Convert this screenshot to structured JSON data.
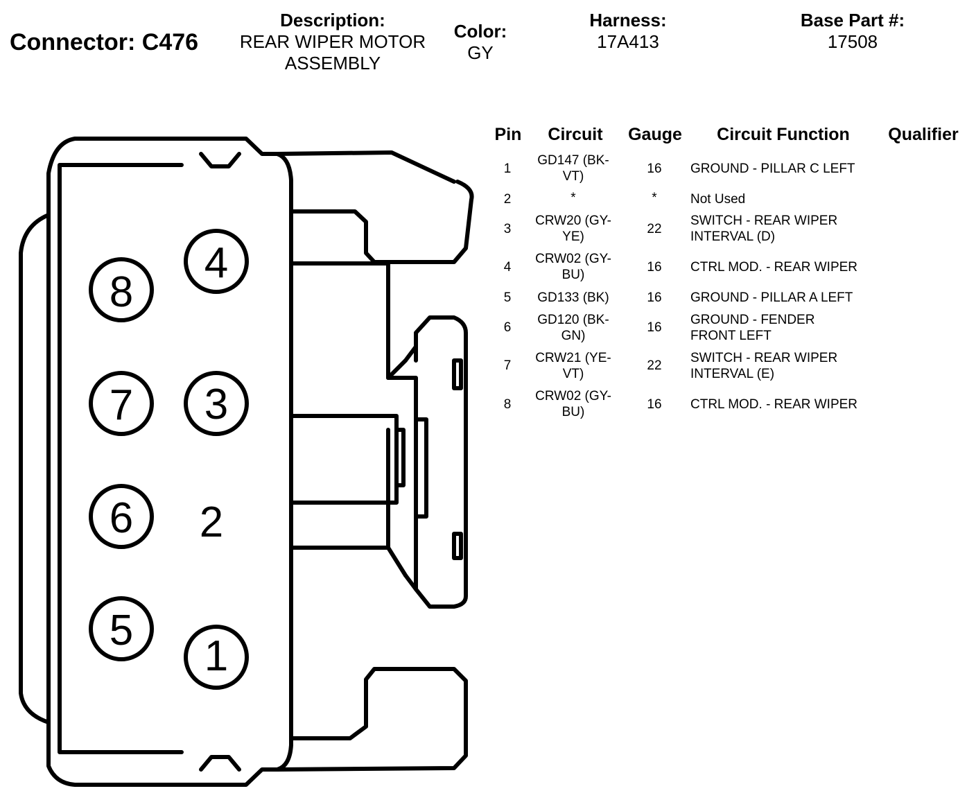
{
  "header": {
    "connector_title": "Connector: C476",
    "description_label": "Description:",
    "description_value": "REAR WIPER MOTOR ASSEMBLY",
    "color_label": "Color:",
    "color_value": "GY",
    "harness_label": "Harness:",
    "harness_value": "17A413",
    "base_part_label": "Base Part #:",
    "base_part_value": "17508"
  },
  "table": {
    "columns": [
      "Pin",
      "Circuit",
      "Gauge",
      "Circuit Function",
      "Qualifier"
    ],
    "rows": [
      {
        "pin": "1",
        "circuit": "GD147 (BK-VT)",
        "gauge": "16",
        "function": "GROUND - PILLAR C LEFT",
        "qualifier": ""
      },
      {
        "pin": "2",
        "circuit": "*",
        "gauge": "*",
        "function": "Not Used",
        "qualifier": ""
      },
      {
        "pin": "3",
        "circuit": "CRW20 (GY-YE)",
        "gauge": "22",
        "function": "SWITCH - REAR WIPER INTERVAL (D)",
        "qualifier": ""
      },
      {
        "pin": "4",
        "circuit": "CRW02 (GY-BU)",
        "gauge": "16",
        "function": "CTRL MOD. - REAR WIPER",
        "qualifier": ""
      },
      {
        "pin": "5",
        "circuit": "GD133 (BK)",
        "gauge": "16",
        "function": "GROUND - PILLAR A LEFT",
        "qualifier": ""
      },
      {
        "pin": "6",
        "circuit": "GD120 (BK-GN)",
        "gauge": "16",
        "function": "GROUND - FENDER FRONT LEFT",
        "qualifier": ""
      },
      {
        "pin": "7",
        "circuit": "CRW21 (YE-VT)",
        "gauge": "22",
        "function": "SWITCH - REAR WIPER INTERVAL (E)",
        "qualifier": ""
      },
      {
        "pin": "8",
        "circuit": "CRW02 (GY-BU)",
        "gauge": "16",
        "function": "CTRL MOD. - REAR WIPER",
        "qualifier": ""
      }
    ]
  },
  "diagram": {
    "pin_labels": [
      "1",
      "2",
      "3",
      "4",
      "5",
      "6",
      "7",
      "8"
    ]
  }
}
